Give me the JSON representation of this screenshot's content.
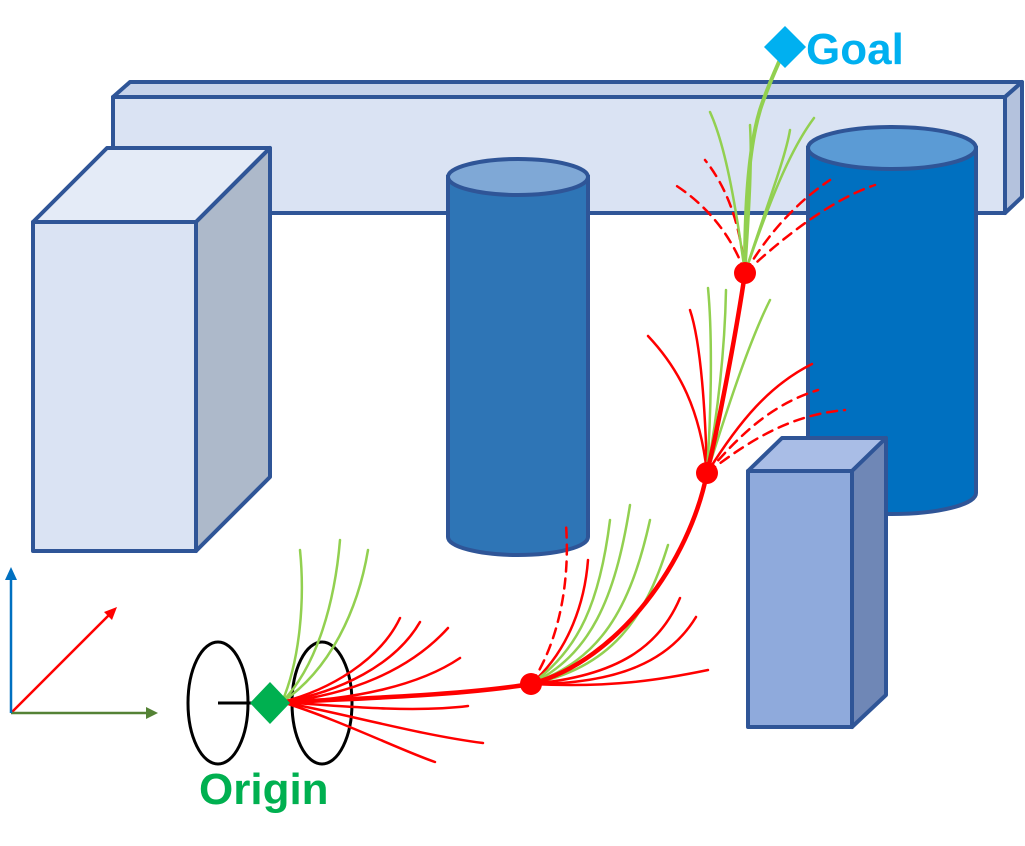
{
  "labels": {
    "goal": "Goal",
    "origin": "Origin"
  },
  "colors": {
    "goal": "#00b0f0",
    "origin": "#00b050",
    "collision_path": "#ff0000",
    "feasible_path": "#92d050",
    "obstacle_outline": "#2f5597",
    "wall_face": "#dae3f3",
    "box_front": "#dae3f3",
    "box_side": "#adb9ca",
    "cylinder_center": "#2e75b6",
    "cylinder_right": "#0070c0",
    "small_box_front": "#8faadc",
    "axis_x": "#ff0000",
    "axis_y": "#548235",
    "axis_z": "#0070c0"
  },
  "icons": {
    "goal_marker": "diamond",
    "origin_marker": "diamond",
    "waypoint_marker": "circle"
  }
}
